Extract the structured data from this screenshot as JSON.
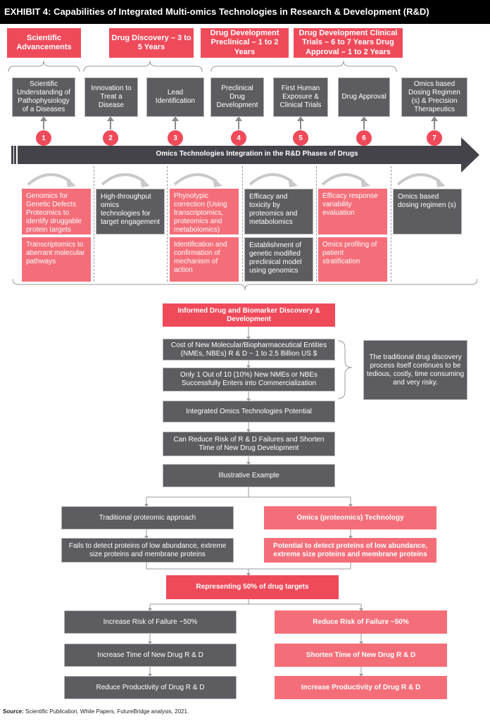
{
  "header": {
    "title": "EXHIBIT 4: Capabilities of Integrated Multi-omics Technologies in Research & Development (R&D)"
  },
  "phases": [
    "Scientific Advancements",
    "Drug Discovery – 3 to 5 Years",
    "Drug Development Preclinical – 1 to 2 Years",
    "Drug Development Clinical Trials – 6 to 7 Years Drug Approval – 1 to 2 Years"
  ],
  "steps": [
    {
      "num": "1",
      "label": "Scientific Understanding  of Pathophysiology of a Diseases"
    },
    {
      "num": "2",
      "label": "Innovation to Treat a Disease"
    },
    {
      "num": "3",
      "label": "Lead Identification"
    },
    {
      "num": "4",
      "label": "Preclinical Drug Development"
    },
    {
      "num": "5",
      "label": "First Human Exposure & Clinical Trials"
    },
    {
      "num": "6",
      "label": "Drug Approval"
    },
    {
      "num": "7",
      "label": "Omics based Dosing Regimen (s) & Precision Therapeutics"
    }
  ],
  "arrow_label": "Omics Technologies Integration in the R&D Phases of Drugs",
  "cells": {
    "c1a": "Genomics for Genetic Defects Proteomics to identify druggable protein targets",
    "c1b": "Transcriptomics to aberrant molecular pathways",
    "c2a": "High-throughput omics technologies for target engagement",
    "c3a": "Phynotypic correction (Using transcriptomics, proteomics and metabolomics)",
    "c3b": "Identification and confirmation of mechanism of action",
    "c4a": "Efficacy and toxicity by proteomics and metabolomics",
    "c4b": "Establishment of genetic modified preclinical model using genomics",
    "c5a": "Efficacy response variability evaluation",
    "c5b": "Omics profiling of patient stratification",
    "c6a": "Omics based dosing regimen  (s)"
  },
  "flow": {
    "informed": "Informed Drug and Biomarker Discovery & Development",
    "cost": "Cost of New Molecular/Biopharmaceutical Entities (NMEs, NBEs)  R & D  ~ 1 to 2.5 Billion US $",
    "only": "Only 1 Out of 10 (10%) New NMEs or NBEs Successfully Enters into Commercialization",
    "note": "The traditional drug discovery process itself continues to be tedious, costly, time consuming and very risky.",
    "integrated": "Integrated Omics Technologies Potential",
    "reduce": "Can Reduce Risk of  R & D Failures and Shorten Time of New Drug Development",
    "example": "Illustrative Example",
    "trad": "Traditional proteomic approach",
    "omics": "Omics (proteomics) Technology",
    "fails": "Fails to detect proteins of low abundance, extreme size proteins and membrane proteins",
    "potential": "Potential to detect proteins of low abundance, extreme size proteins and membrane proteins",
    "representing": "Representing 50% of drug targets",
    "l1": "Increase Risk of Failure ~50%",
    "l2": "Increase Time of New Drug R & D",
    "l3": "Reduce Productivity of Drug R & D",
    "r1": "Reduce Risk of Failure ~50%",
    "r2": "Shorten Time of New Drug R & D",
    "r3": "Increase Productivity of Drug R & D"
  },
  "source": {
    "label": "Source:",
    "text": " Scientific Publication, White Papers, FutureBridge analysis, 2021."
  }
}
